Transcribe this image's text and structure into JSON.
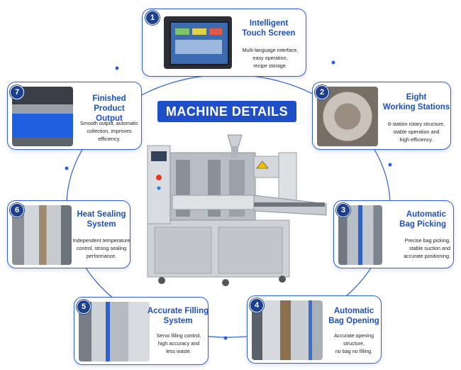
{
  "headline": "MACHINE DETAILS",
  "colors": {
    "accent": "#1f4ec9",
    "badge": "#1d3f8f",
    "border": "#2f5fd6"
  },
  "features": [
    {
      "number": "1",
      "title": "Intelligent\nTouch Screen",
      "desc": "Multi-language interface,\neasy operation,\nrecipe storage.",
      "icon": "touch-screen-photo"
    },
    {
      "number": "2",
      "title": "Eight\nWorking Stations",
      "desc": "8-station rotary structure,\nstable operation and\nhigh efficiency.",
      "icon": "rotary-stations-photo"
    },
    {
      "number": "3",
      "title": "Automatic\nBag Picking",
      "desc": "Precise bag picking,\nstable suction and\naccurate positioning.",
      "icon": "bag-picking-photo"
    },
    {
      "number": "4",
      "title": "Automatic\nBag Opening",
      "desc": "Accurate opening\nstructure,\nno bag no filling.",
      "icon": "bag-opening-photo"
    },
    {
      "number": "5",
      "title": "Accurate Filling\nSystem",
      "desc": "Servo filling control,\nhigh accuracy and\nless waste.",
      "icon": "filling-system-photo"
    },
    {
      "number": "6",
      "title": "Heat Sealing\nSystem",
      "desc": "Independent temperature\ncontrol, strong sealing\nperformance.",
      "icon": "heat-sealing-photo"
    },
    {
      "number": "7",
      "title": "Finished Product\nOutput",
      "desc": "Smooth output, automatic\ncollection, improves\nefficiency.",
      "icon": "output-conveyor-photo"
    }
  ]
}
